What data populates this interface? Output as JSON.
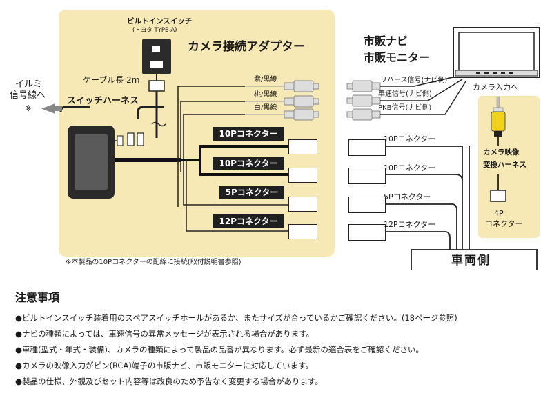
{
  "adapter": {
    "title": "カメラ接続アダプター",
    "builtin_switch_label": "ビルトインスイッチ",
    "builtin_switch_model": "(トヨタ TYPE-A)",
    "cable_length": "ケーブル長 2m",
    "switch_harness": "スイッチハーネス",
    "wires": [
      "紫/黒線",
      "桃/黒線",
      "白/黒線"
    ],
    "connectors": [
      "10Pコネクター",
      "10Pコネクター",
      "5Pコネクター",
      "12Pコネクター"
    ],
    "footnote": "※本製品の10Pコネクターの配線に接続(取付説明書参照)"
  },
  "illumi": {
    "line1": "イルミ",
    "line2": "信号線へ",
    "mark": "※"
  },
  "nav": {
    "title1": "市販ナビ",
    "title2": "市販モニター",
    "camera_input": "カメラ入力へ",
    "signals": [
      "リバース信号(ナビ側)",
      "車速信号(ナビ側)",
      "PKB信号(ナビ側)"
    ]
  },
  "vehicle": {
    "connectors": [
      "10Pコネクター",
      "10Pコネクター",
      "5Pコネクター",
      "12Pコネクター"
    ],
    "label": "車両側"
  },
  "camera_harness": {
    "title1": "カメラ映像",
    "title2": "変換ハーネス",
    "connector1": "4P",
    "connector2": "コネクター"
  },
  "notes": {
    "heading": "注意事項",
    "items": [
      "●ビルトインスイッチ装着用のスペアスイッチホールがあるか、またサイズが合っているかご確認ください。(18ページ参照)",
      "●ナビの種類によっては、車速信号の異常メッセージが表示される場合があります。",
      "●車種(型式・年式・装備)、カメラの種類によって製品の品番が異なります。必ず最新の適合表をご確認ください。",
      "●カメラの映像入力がピン(RCA)端子の市販ナビ、市販モニターに対応しています。",
      "●製品の仕様、外観及びセット内容等は改良のため予告なく変更する場合があります。"
    ]
  }
}
